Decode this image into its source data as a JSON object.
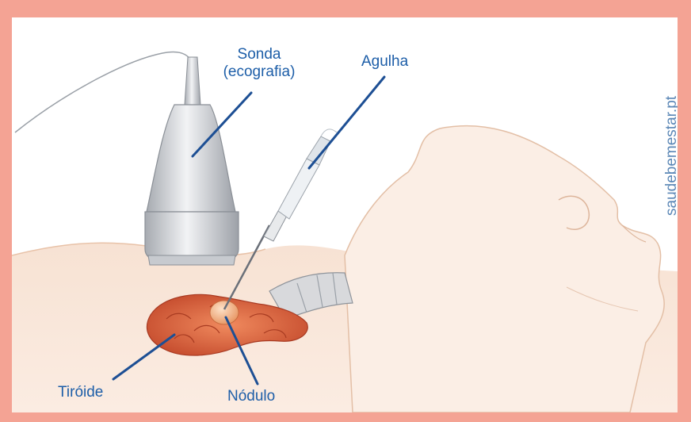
{
  "labels": {
    "sonda_line1": "Sonda",
    "sonda_line2": "(ecografia)",
    "agulha": "Agulha",
    "tiroide": "Tiróide",
    "nodulo": "Nódulo"
  },
  "watermark": "saudebemestar.pt",
  "colors": {
    "frame": "#f4a394",
    "label_text": "#1d5ea8",
    "leader_lines": "#1d4f94",
    "skin": "#f6dcc9",
    "thyroid": "#d9623c",
    "probe": "#c9cbcf"
  }
}
